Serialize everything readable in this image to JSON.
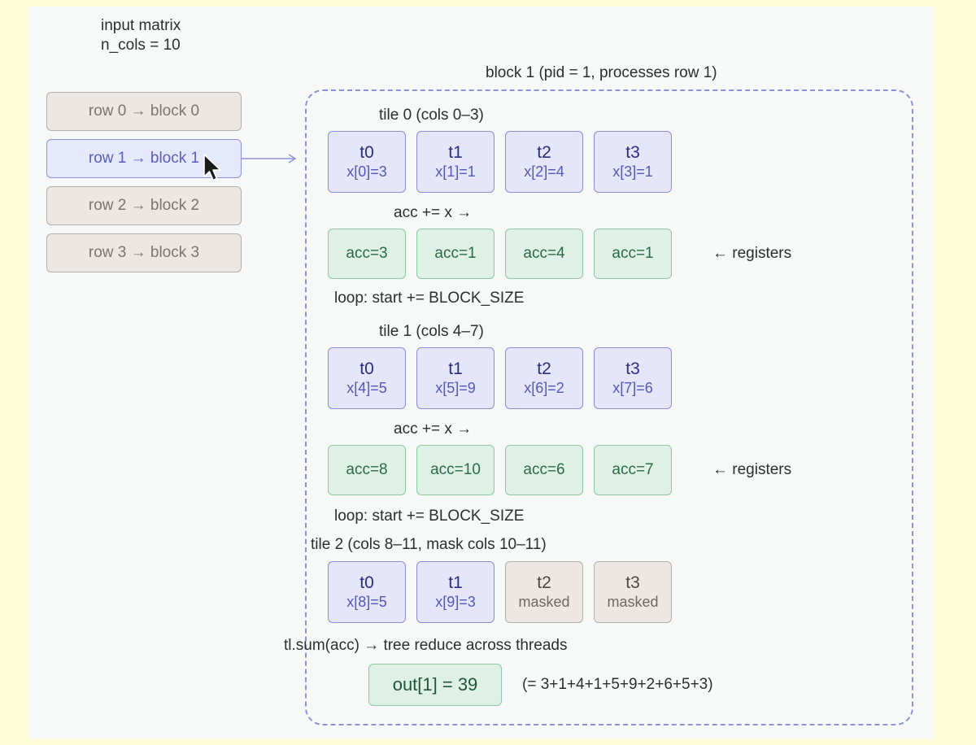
{
  "header": {
    "line1": "input matrix",
    "line2": "n_cols = 10"
  },
  "block_title": "block 1 (pid = 1, processes row 1)",
  "rows": [
    {
      "label": "row 0 → block 0",
      "active": false
    },
    {
      "label": "row 1 → block 1",
      "active": true
    },
    {
      "label": "row 2 → block 2",
      "active": false
    },
    {
      "label": "row 3 → block 3",
      "active": false
    }
  ],
  "tiles": [
    {
      "title": "tile 0 (cols 0–3)",
      "threads": [
        {
          "name": "t0",
          "value": "x[0]=3"
        },
        {
          "name": "t1",
          "value": "x[1]=1"
        },
        {
          "name": "t2",
          "value": "x[2]=4"
        },
        {
          "name": "t3",
          "value": "x[3]=1"
        }
      ],
      "acc_label": "acc += x →",
      "acc": [
        "acc=3",
        "acc=1",
        "acc=4",
        "acc=1"
      ],
      "registers_label": "← registers",
      "loop_label": "loop: start += BLOCK_SIZE"
    },
    {
      "title": "tile 1 (cols 4–7)",
      "threads": [
        {
          "name": "t0",
          "value": "x[4]=5"
        },
        {
          "name": "t1",
          "value": "x[5]=9"
        },
        {
          "name": "t2",
          "value": "x[6]=2"
        },
        {
          "name": "t3",
          "value": "x[7]=6"
        }
      ],
      "acc_label": "acc += x →",
      "acc": [
        "acc=8",
        "acc=10",
        "acc=6",
        "acc=7"
      ],
      "registers_label": "← registers",
      "loop_label": "loop: start += BLOCK_SIZE"
    },
    {
      "title": "tile 2 (cols 8–11, mask cols 10–11)",
      "threads": [
        {
          "name": "t0",
          "value": "x[8]=5",
          "masked": false
        },
        {
          "name": "t1",
          "value": "x[9]=3",
          "masked": false
        },
        {
          "name": "t2",
          "value": "masked",
          "masked": true
        },
        {
          "name": "t3",
          "value": "masked",
          "masked": true
        }
      ]
    }
  ],
  "reduce_label": "tl.sum(acc) → tree reduce across threads",
  "output": {
    "label": "out[1] = 39",
    "sum_text": "(= 3+1+4+1+5+9+2+6+5+3)"
  },
  "colors": {
    "background": "#fdfbd9",
    "canvas": "#f7f9f9",
    "thread_fill": "#e5e6fa",
    "thread_border": "#8a8ed8",
    "acc_fill": "#dff1e6",
    "acc_border": "#8fc7a3",
    "masked_fill": "#ece7e2",
    "frame_dash": "#8f93d6"
  }
}
